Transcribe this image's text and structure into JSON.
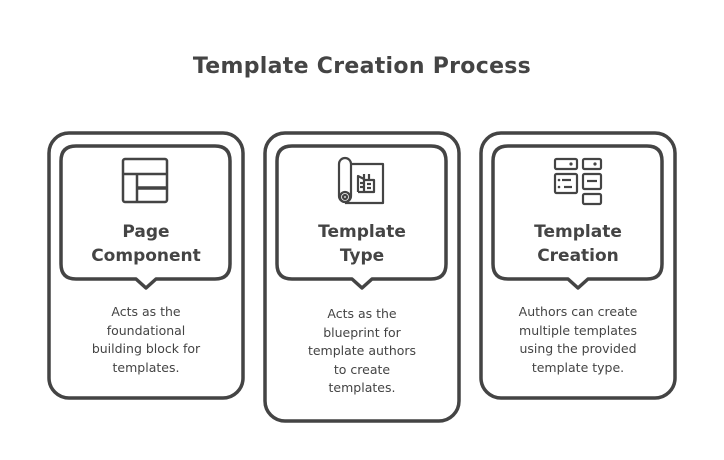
{
  "title": "Template Creation Process",
  "colors": {
    "stroke": "#444444",
    "background": "#ffffff",
    "text": "#444444"
  },
  "cards": [
    {
      "icon": "page-layout-icon",
      "heading_line1": "Page",
      "heading_line2": "Component",
      "description_lines": [
        "Acts as the",
        "foundational",
        "building block for",
        "templates."
      ]
    },
    {
      "icon": "blueprint-icon",
      "heading_line1": "Template",
      "heading_line2": "Type",
      "description_lines": [
        "Acts as the",
        "blueprint for",
        "template authors",
        "to create",
        "templates."
      ]
    },
    {
      "icon": "form-layout-icon",
      "heading_line1": "Template",
      "heading_line2": "Creation",
      "description_lines": [
        "Authors can create",
        "multiple templates",
        "using the provided",
        "template type."
      ]
    }
  ]
}
